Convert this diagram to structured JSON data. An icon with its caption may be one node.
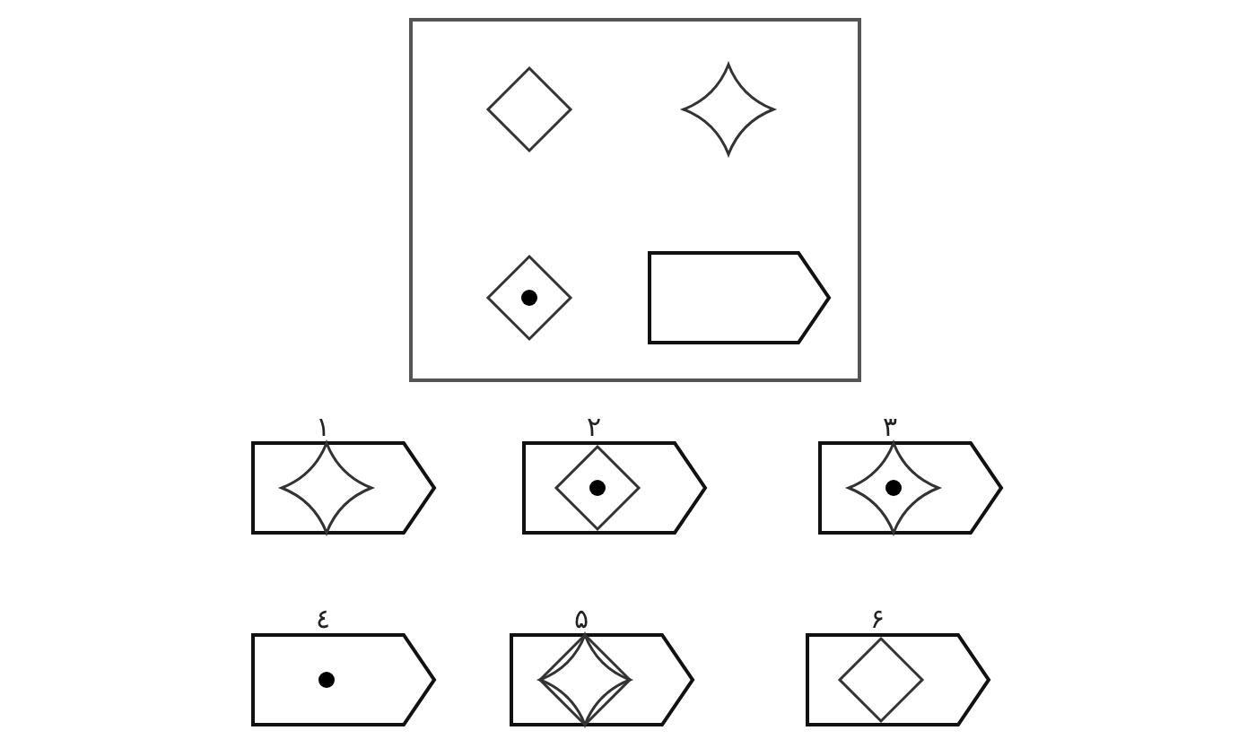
{
  "diagram": {
    "nodes": [
      {
        "text": [],
        "shape": "box"
      },
      {
        "text": [],
        "shape": "pentagon",
        "in": 0
      },
      {
        "text": [
          "۱"
        ]
      },
      {
        "text": [
          "۲"
        ]
      },
      {
        "text": [
          "۳"
        ]
      },
      {
        "text": [
          "٤"
        ]
      },
      {
        "text": [
          "۵"
        ]
      },
      {
        "text": [
          "۶"
        ]
      }
    ]
  }
}
